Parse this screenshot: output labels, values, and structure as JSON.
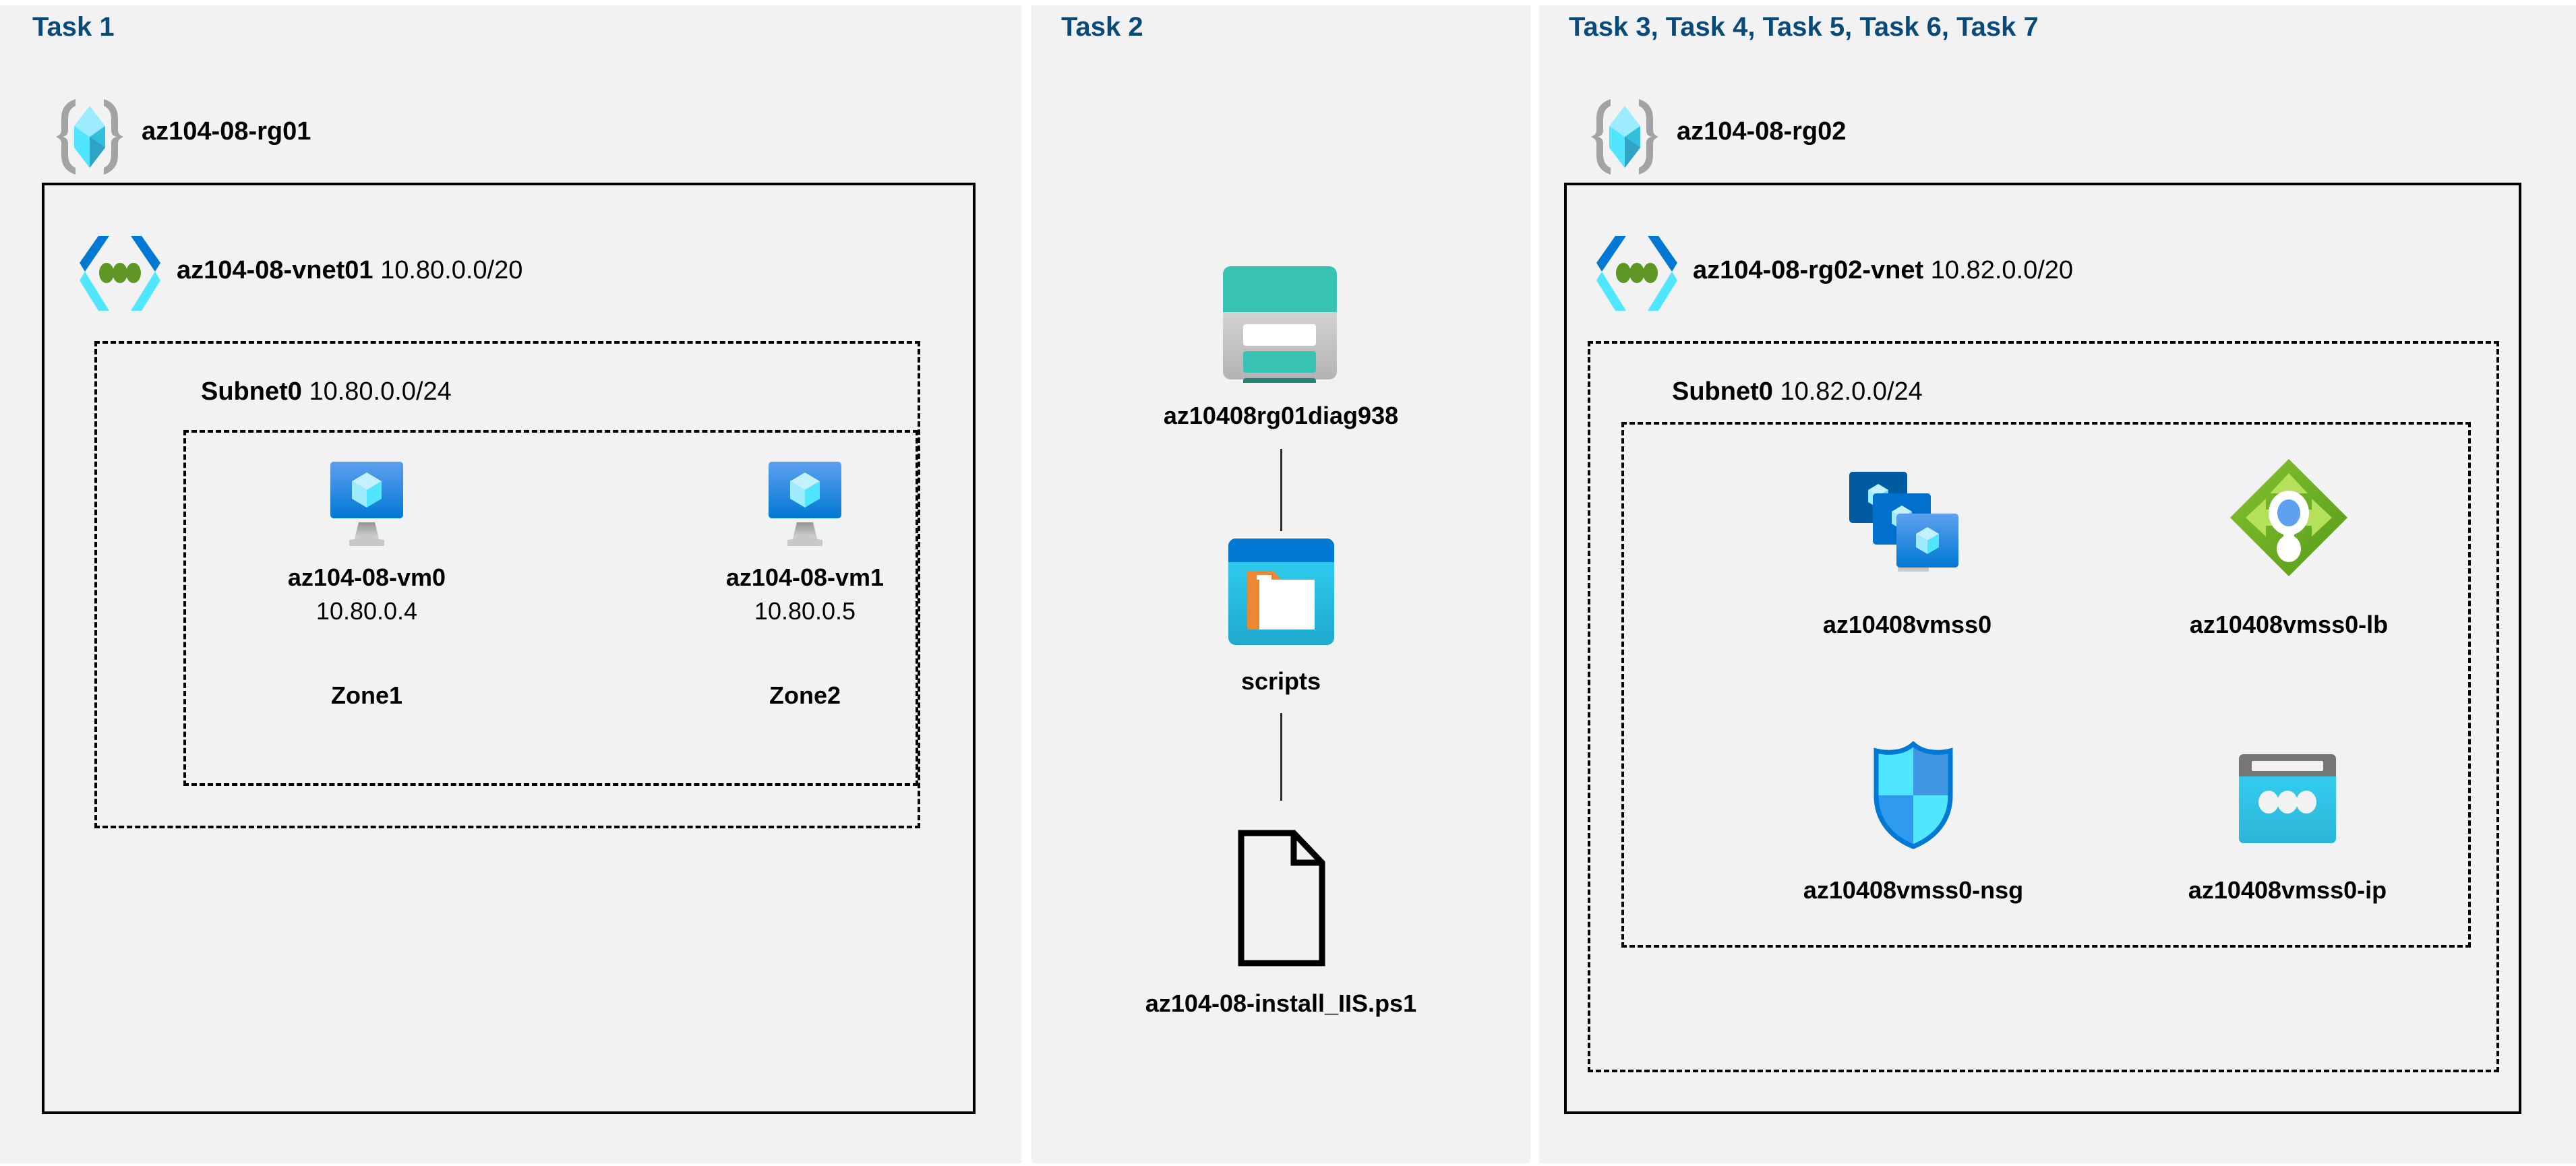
{
  "panels": [
    {
      "id": "task1",
      "title": "Task 1",
      "resource_group": {
        "name": "az104-08-rg01",
        "icon": "resource-group-icon"
      },
      "vnet": {
        "name": "az104-08-vnet01",
        "cidr": "10.80.0.0/20",
        "icon": "virtual-network-icon",
        "subnet": {
          "name": "Subnet0",
          "cidr": "10.80.0.0/24",
          "vms": [
            {
              "name": "az104-08-vm0",
              "ip": "10.80.0.4",
              "zone": "Zone1",
              "icon": "virtual-machine-icon"
            },
            {
              "name": "az104-08-vm1",
              "ip": "10.80.0.5",
              "zone": "Zone2",
              "icon": "virtual-machine-icon"
            }
          ]
        }
      }
    },
    {
      "id": "task2",
      "title": "Task 2",
      "items": [
        {
          "name": "az10408rg01diag938",
          "icon": "storage-account-icon"
        },
        {
          "name": "scripts",
          "icon": "blob-container-icon"
        },
        {
          "name": "az104-08-install_IIS.ps1",
          "icon": "file-icon"
        }
      ]
    },
    {
      "id": "task3",
      "title": "Task 3, Task 4, Task 5, Task 6, Task 7",
      "resource_group": {
        "name": "az104-08-rg02",
        "icon": "resource-group-icon"
      },
      "vnet": {
        "name": "az104-08-rg02-vnet",
        "cidr": "10.82.0.0/20",
        "icon": "virtual-network-icon",
        "subnet": {
          "name": "Subnet0",
          "cidr": "10.82.0.0/24",
          "resources": [
            {
              "name": "az10408vmss0",
              "icon": "vm-scale-set-icon"
            },
            {
              "name": "az10408vmss0-lb",
              "icon": "load-balancer-icon"
            },
            {
              "name": "az10408vmss0-nsg",
              "icon": "network-security-group-icon"
            },
            {
              "name": "az10408vmss0-ip",
              "icon": "public-ip-address-icon"
            }
          ]
        }
      }
    }
  ],
  "colors": {
    "task_title": "#0a4a78",
    "panel_bg": "#f2f2f2",
    "page_bg": "#ffffff",
    "border": "#000000",
    "azure_blue": "#0078d4",
    "azure_cyan": "#50e6ff",
    "storage_teal": "#37c2b1",
    "lb_green": "#76bc2d",
    "nsg_blue": "#32bedd",
    "grey": "#a0a0a0"
  }
}
